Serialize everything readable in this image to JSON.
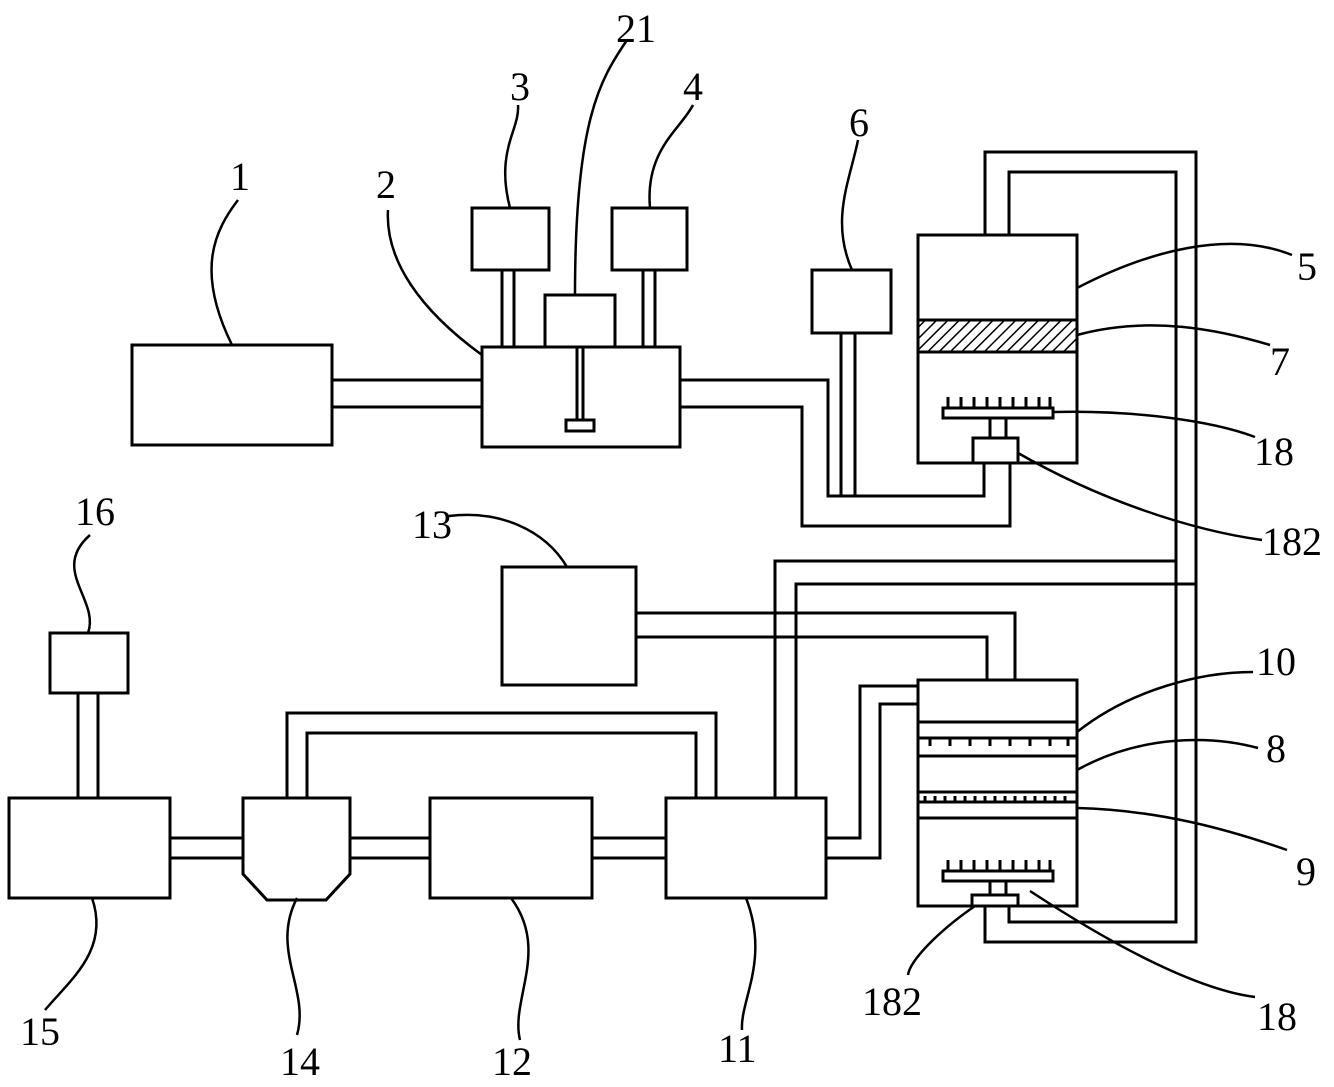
{
  "labels": {
    "l1": "1",
    "l2": "2",
    "l3": "3",
    "l4": "4",
    "l5": "5",
    "l6": "6",
    "l7": "7",
    "l8": "8",
    "l9": "9",
    "l10": "10",
    "l11": "11",
    "l12": "12",
    "l13": "13",
    "l14": "14",
    "l15": "15",
    "l16": "16",
    "l18a": "18",
    "l18b": "18",
    "l21": "21",
    "l182a": "182",
    "l182b": "182"
  },
  "colors": {
    "line": "#000000",
    "background": "#ffffff"
  }
}
